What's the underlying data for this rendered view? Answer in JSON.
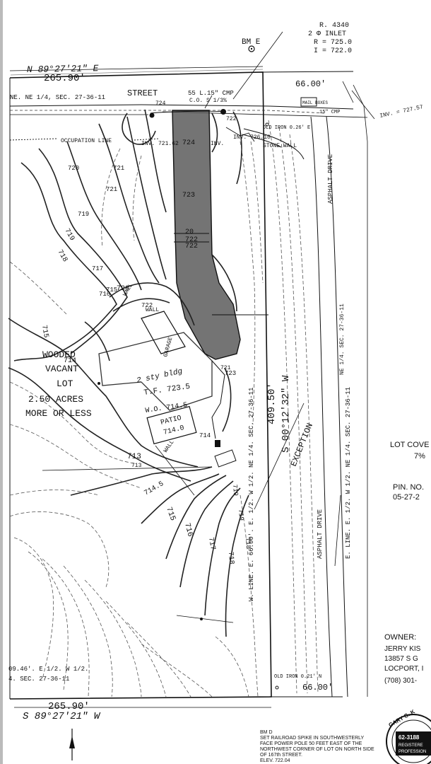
{
  "plat": {
    "north_bearing": "N 89°27'21\" E",
    "north_length": "265.90'",
    "south_bearing": "S 89°27'21\" W",
    "south_length": "265.90'",
    "east_bearing": "S 00°12'32\" W",
    "east_length": "409.50'",
    "width_top": "66.00'",
    "width_bottom": "66.00'",
    "street": "STREET",
    "sec_ne_top": "NE. NE 1/4, SEC. 27-36-11",
    "sec_bottom_1": "09.46'. E 1/2. W 1/2.",
    "sec_bottom_2": "4. SEC. 27-36-11",
    "benchmark": "BM E",
    "inlet_1": "R. 4340",
    "inlet_2": "2 Φ INLET",
    "inlet_3": "R = 725.0",
    "inlet_4": "I = 722.0",
    "cmp": "55 L.15\" CMP",
    "cmp_sub": "C.O. S 1/3%",
    "mail": "MAIL BOXES",
    "cmp2": "15\" CMP",
    "inv_right": "INV. = 727.57",
    "inv_left": "INV. 721.62",
    "inv_mid": "INV. 726.10",
    "inv_short": "INV.",
    "old_iron_top": "OLD IRON 0.26' E",
    "stone_wall": "STONE WALL",
    "occupation_line": "OCCUPATION LINE",
    "asphalt_top": "ASPHALT DRIVE",
    "asphalt_bottom": "ASPHALT DRIVE",
    "exception": "EXCEPTION",
    "east_line": "E. LINE. E. 1/2. W 1/2. NE 1/4. SEC. 27-36-11",
    "west_line": "W. LINE. E. 66.00'. E. 1/2. W 1/2. NE 1/4. SEC. 27-36-11",
    "sec_right_strip": "NE 1/4. SEC. 27-36-11",
    "wooded_1": "WOODED",
    "wooded_2": "VACANT",
    "wooded_3": "LOT",
    "wooded_4": "2.50 ACRES",
    "wooded_5": "MORE OR LESS",
    "bldg_1": "2 sty bldg",
    "bldg_2": "T.F. 723.5",
    "bldg_3": "W.O. 714.5",
    "patio_1": "PATIO",
    "patio_2": "714.0",
    "garage": "GARAGE",
    "wall_1": "WALL",
    "wall_2": "WALL",
    "wall_3": "WALL",
    "old_iron_bottom": "OLD IRON 0.21' N",
    "lot_cov_1": "LOT COVE",
    "lot_cov_2": "7%",
    "pin_1": "PIN. NO.",
    "pin_2": "05-27-2",
    "owner_1": "OWNER:",
    "owner_2": "JERRY KIS",
    "owner_3": "13857 S G",
    "owner_4": "LOCPORT, I",
    "owner_5": "(708) 301-",
    "bmd_1": "BM D",
    "bmd_2": "SET RAILROAD SPIKE IN SOUTHWESTERLY",
    "bmd_3": "FACE POWER POLE 50 FEET EAST OF THE",
    "bmd_4": "NORTHWEST CORNER OF LOT ON NORTH SIDE",
    "bmd_5": "OF 167th STREET.",
    "bmd_6": "ELEV. 722.04",
    "seal_1": "GARY G. K",
    "seal_2": "62-3188",
    "seal_3": "REGISTERE",
    "seal_4": "PROFESSION",
    "contour_labels": [
      "724",
      "723",
      "722",
      "721",
      "720",
      "719",
      "718",
      "717",
      "716",
      "715",
      "714",
      "713",
      "715",
      "715",
      "716",
      "717",
      "718",
      "719",
      "714.5",
      "720",
      "721",
      "724",
      "722",
      "20",
      "722",
      "722",
      "723",
      "721",
      "713",
      "719",
      "718",
      "719",
      "714"
    ]
  }
}
